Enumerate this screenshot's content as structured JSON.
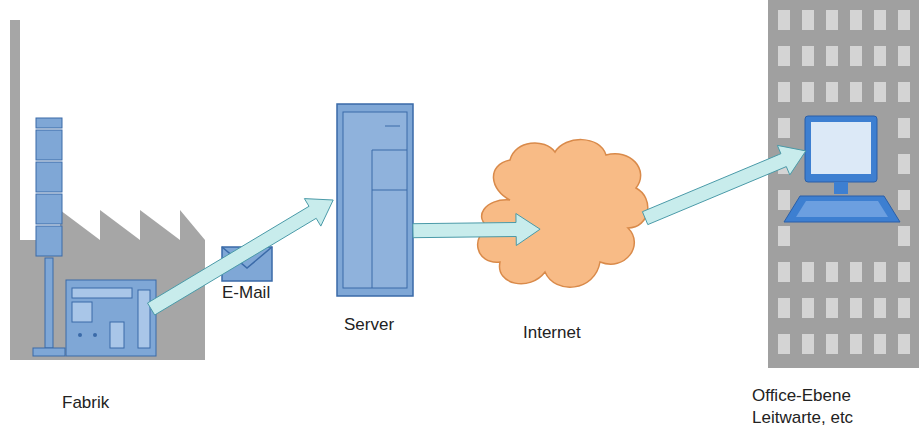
{
  "diagram": {
    "nodes": [
      {
        "text": [
          "Fabrik"
        ]
      },
      {
        "text": [
          "Server"
        ]
      },
      {
        "text": [
          "Internet"
        ]
      },
      {
        "text": [
          "Office-Ebene Leitwarte, etc"
        ]
      }
    ],
    "edges": [
      {
        "from": 0,
        "to": 1,
        "arrow": "to",
        "label": "E-Mail"
      },
      {
        "from": 1,
        "to": 2,
        "arrow": "to"
      },
      {
        "from": 2,
        "to": 3,
        "arrow": "to"
      }
    ]
  }
}
